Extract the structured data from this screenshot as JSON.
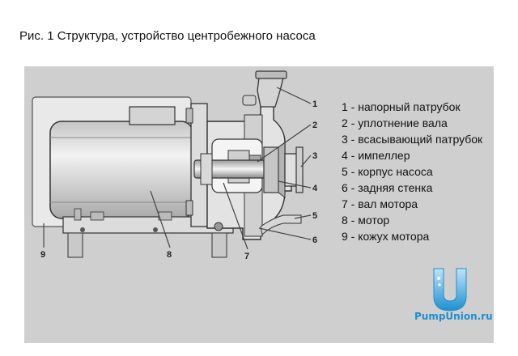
{
  "title": "Рис. 1 Структура, устройство центробежного насоса",
  "callouts": [
    "1",
    "2",
    "3",
    "4",
    "5",
    "6",
    "7",
    "8",
    "9"
  ],
  "legend": [
    "1 - напорный патрубок",
    "2 - уплотнение вала",
    "3 - всасывающий патрубок",
    "4 - импеллер",
    "5 - корпус насоса",
    "6 - задняя стенка",
    "7 - вал мотора",
    "8 - мотор",
    "9 - кожух мотора"
  ],
  "brand": "PumpUnion.ru",
  "colors": {
    "panel": "#cfcfcf",
    "cover": "#e9e9e9",
    "motor": "#d9d9d9",
    "metal": "#b8b8b8",
    "outline": "#333333",
    "brand": "#1e8fd0"
  }
}
